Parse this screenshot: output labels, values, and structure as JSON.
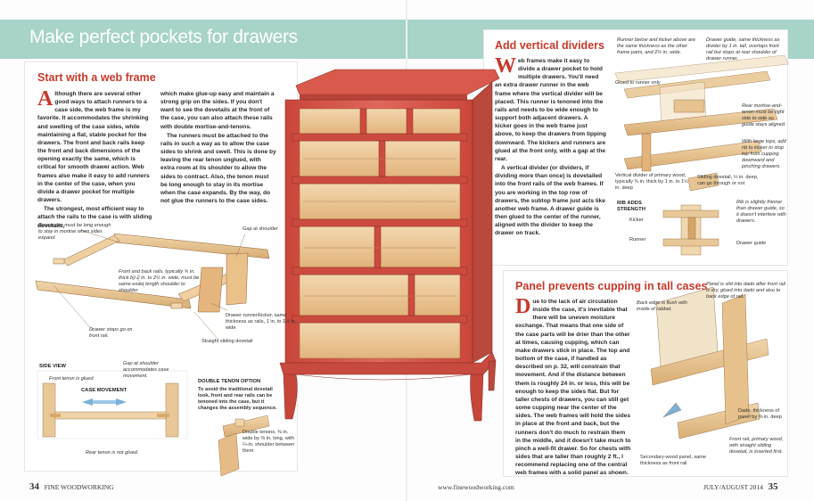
{
  "banner": {
    "title": "Make perfect pockets for drawers"
  },
  "left_article": {
    "heading": "Start with a web frame",
    "dropcap": "A",
    "col1": [
      "lthough there are several other good ways to attach runners to a case side, the web frame is my favorite. It accommodates the shrinking and swelling of the case sides, while maintaining a flat, stable pocket for the drawers. The front and back rails keep the front and back dimensions of the opening exactly the same, which is critical for smooth drawer action. Web frames also make it easy to add runners in the center of the case, when you divide a drawer pocket for multiple drawers.",
      "The strongest, most efficient way to attach the rails to the case is with sliding dovetails,"
    ],
    "col2": [
      "which make glue-up easy and maintain a strong grip on the sides. If you don't want to see the dovetails at the front of the case, you can also attach these rails with double mortise-and-tenons.",
      "The runners must be attached to the rails in such a way as to allow the case sides to shrink and swell. This is done by leaving the rear tenon unglued, with extra room at its shoulder to allow the sides to contract. Also, the tenon must be long enough to stay in its mortise when the case expands. By the way, do not glue the runners to the case sides."
    ]
  },
  "left_captions": {
    "rear_tenon_long": "Rear tenon must be long enough to stay in mortise when sides expand.",
    "gap_shoulder": "Gap at shoulder",
    "front_back_rails": "Front and back rails, typically ¾ in. thick by 2 in. to 2½ in. wide, must be same exact length shoulder to shoulder.",
    "drawer_stops": "Drawer stops go on front rail.",
    "runner_kicker": "Drawer runner/kicker, same thickness as rails, 1 in. to 1½ in. wide",
    "straight_dovetail": "Straight sliding dovetail",
    "side_view": "SIDE VIEW",
    "front_tenon_glued": "Front tenon is glued.",
    "gap_accommodates": "Gap at shoulder accommodates case movement.",
    "case_movement": "CASE MOVEMENT",
    "rear_not_glued": "Rear tenon is not glued.",
    "double_tenon_head": "DOUBLE TENON OPTION",
    "double_tenon_text": "To avoid the traditional dovetail look, front and rear rails can be tenoned into the case, but it changes the assembly sequence.",
    "double_tenons": "Double tenons, ⅜ in. wide by ⅜ in. long, with ¼-in. shoulder between them"
  },
  "dividers_article": {
    "heading": "Add vertical dividers",
    "dropcap": "W",
    "paras": [
      "eb frames make it easy to divide a drawer pocket to hold multiple drawers. You'll need an extra drawer runner in the web frame where the vertical divider will be placed. This runner is tenoned into the rails and needs to be wide enough to support both adjacent drawers. A kicker goes in the web frame just above, to keep the drawers from tipping downward. The kickers and runners are glued at the front only, with a gap at the rear.",
      "A vertical divider (or dividers, if dividing more than once) is dovetailed into the front rails of the web frames. If you are working in the top row of drawers, the subtop frame just acts like another web frame. A drawer guide is then glued to the center of the runner, aligned with the divider to keep the drawer on track."
    ]
  },
  "dividers_captions": {
    "runner_below": "Runner below and kicker above are the same thickness as the other frame parts, and 2½ in. wide.",
    "drawer_guide_top": "Drawer guide, same thickness as divider by 1 in. tall, overlaps front rail but stops at rear shoulder of drawer runner.",
    "glued_runner_only": "Glued to runner only",
    "rear_mortise": "Rear mortise-and-tenon must be tight side to side so guide stays aligned.",
    "wide_tops": "With large tops, add rib to kicker to stop top from cupping downward and pinching drawers.",
    "vertical_divider": "Vertical divider of primary wood, typically ¾ in. thick by 1 in. to 1½ in. deep",
    "sliding_dovetail": "Sliding dovetail, ½ in. deep, can go through or not",
    "rib_adds": "RIB ADDS STRENGTH",
    "kicker": "Kicker",
    "rib_thinner": "Rib is slightly thinner than drawer guide, so it doesn't interfere with drawers.",
    "runner": "Runner",
    "drawer_guide": "Drawer guide"
  },
  "panel_article": {
    "heading": "Panel prevents cupping in tall cases",
    "dropcap": "D",
    "paras": [
      "ue to the lack of air circulation inside the case, it's inevitable that there will be uneven moisture exchange. That means that one side of the case parts will be drier than the other at times, causing cupping, which can make drawers stick in place. The top and bottom of the case, if handled as described on p. 32, will constrain that movement. And if the distance between them is roughly 24 in. or less, this will be enough to keep the sides flat. But for taller chests of drawers, you can still get some cupping near the center of the sides. The web frames will hold the sides in place at the front and back, but the runners don't do much to restrain them in the middle, and it doesn't take much to pinch a well-fit drawer. So for chests with sides that are taller than roughly 2 ft., I recommend replacing one of the central web frames with a solid panel as shown."
    ]
  },
  "panel_captions": {
    "panel_slid": "Panel is slid into dado after front rail is dry, glued into dado and also to back edge of rail.",
    "back_edge": "Back edge is flush with inside of rabbet.",
    "dado": "Dado, thickness of panel by ⅜ in. deep",
    "front_rail": "Front rail, primary wood, with straight sliding dovetail, is inserted first.",
    "secondary_panel": "Secondary-wood panel, same thickness as front rail"
  },
  "footer": {
    "left_num": "34",
    "left_mag": "FINE WOODWORKING",
    "center_url": "www.finewoodworking.com",
    "right_date": "JULY/AUGUST 2014",
    "right_num": "35"
  },
  "colors": {
    "banner": "#a7d3c9",
    "accent": "#c8392b",
    "cabinet": "#d7564a",
    "wood": "#e8c898"
  }
}
